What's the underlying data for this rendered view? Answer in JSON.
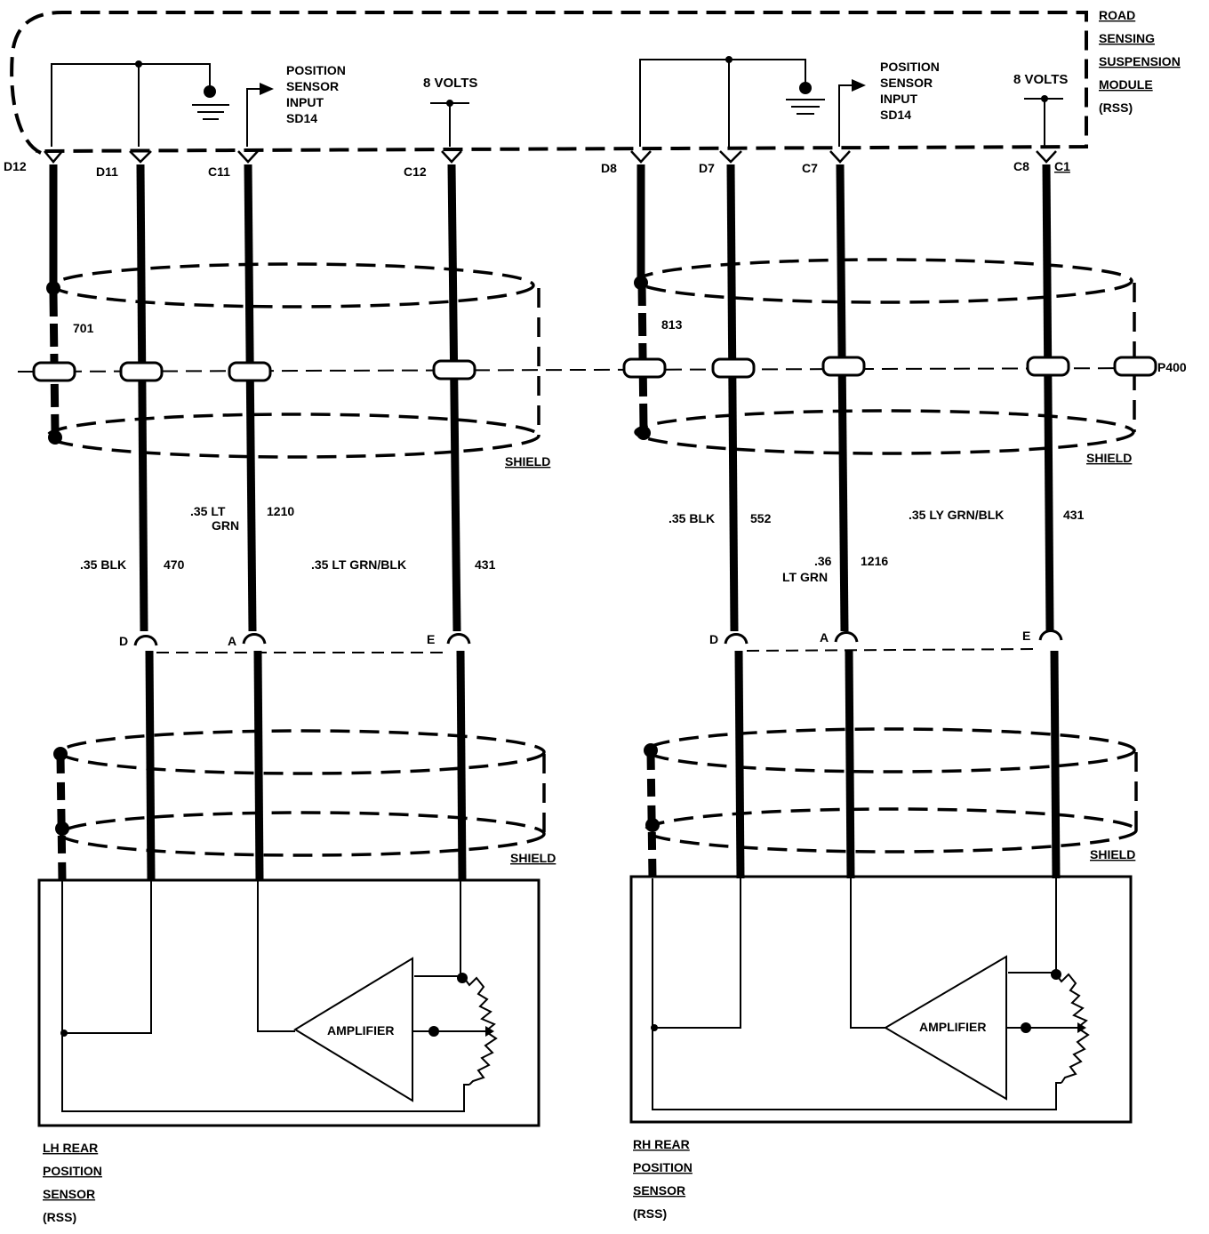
{
  "module": {
    "title_lines": [
      "ROAD",
      "SENSING",
      "SUSPENSION",
      "MODULE",
      "(RSS)"
    ]
  },
  "left": {
    "position_sensor_lines": [
      "POSITION",
      "SENSOR",
      "INPUT",
      "SD14"
    ],
    "volts_label": "8 VOLTS",
    "pins": [
      "D12",
      "D11",
      "C11",
      "C12"
    ],
    "shield_circuit": "701",
    "shield_label": "SHIELD",
    "shield_label2": "SHIELD",
    "wires": {
      "w1_color": ".35 BLK",
      "w1_circuit": "470",
      "w2_color_line1": ".35 LT",
      "w2_color_line2": "GRN",
      "w2_circuit": "1210",
      "w3_color": ".35 LT GRN/BLK",
      "w3_circuit": "431"
    },
    "sensor_pins": [
      "D",
      "A",
      "E"
    ],
    "amplifier": "AMPLIFIER",
    "sensor_lines": [
      "LH REAR",
      "POSITION",
      "SENSOR",
      "(RSS)"
    ]
  },
  "right": {
    "position_sensor_lines": [
      "POSITION",
      "SENSOR",
      "INPUT",
      "SD14"
    ],
    "volts_label": "8 VOLTS",
    "pins": [
      "D8",
      "D7",
      "C7",
      "C8"
    ],
    "pin_extra": "C1",
    "shield_circuit": "813",
    "shield_label": "SHIELD",
    "shield_label2": "SHIELD",
    "wires": {
      "w1_color": ".35 BLK",
      "w1_circuit": "552",
      "w2_color_line1": ".36",
      "w2_color_line2": "LT GRN",
      "w2_circuit": "1216",
      "w3_color": ".35 LY GRN/BLK",
      "w3_circuit": "431"
    },
    "sensor_pins": [
      "D",
      "A",
      "E"
    ],
    "amplifier": "AMPLIFIER",
    "sensor_lines": [
      "RH REAR",
      "POSITION",
      "SENSOR",
      "(RSS)"
    ]
  },
  "connector_label": "P400"
}
